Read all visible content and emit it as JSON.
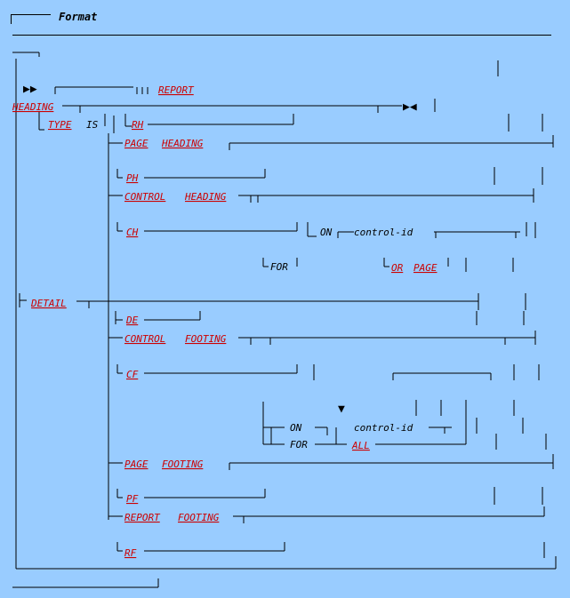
{
  "header": {
    "title": "Format"
  },
  "diagram": {
    "start_symbol": "▶▶",
    "end_symbol": "▶◀",
    "repeat_symbol": "▼",
    "keywords": {
      "report": "REPORT",
      "heading": "HEADING",
      "type": "TYPE",
      "rh": "RH",
      "page": "PAGE",
      "ph": "PH",
      "control": "CONTROL",
      "ch": "CH",
      "or": "OR",
      "detail": "DETAIL",
      "de": "DE",
      "footing": "FOOTING",
      "cf": "CF",
      "all": "ALL",
      "pf": "PF",
      "rf": "RF"
    },
    "optional_words": {
      "is": "IS",
      "on": "ON",
      "for": "FOR"
    },
    "operands": {
      "control_id": "control-id"
    }
  }
}
